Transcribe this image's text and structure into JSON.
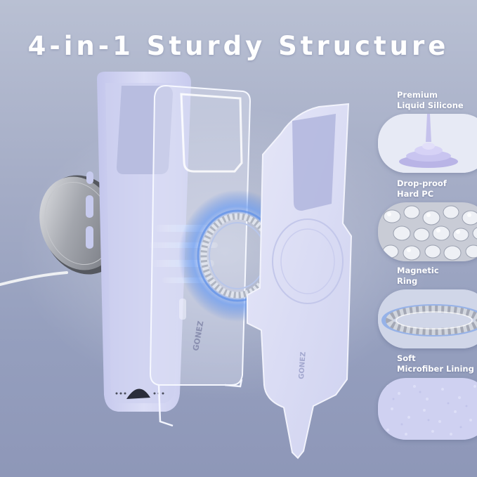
{
  "headline": "4-in-1 Sturdy Structure",
  "brand_mark": "GONEZ",
  "features": [
    {
      "line1": "Premium",
      "line2": "Liquid Silicone",
      "icon": "silicone-swirl-icon"
    },
    {
      "line1": "Drop-proof",
      "line2": "Hard PC",
      "icon": "pc-pellets-icon"
    },
    {
      "line1": "Magnetic",
      "line2": "Ring",
      "icon": "magnetic-ring-icon"
    },
    {
      "line1": "Soft",
      "line2": "Microfiber Lining",
      "icon": "microfiber-texture-icon"
    }
  ],
  "colors": {
    "background_top": "#b9c0d3",
    "background_bottom": "#8e97b8",
    "lavender_case": "#d3d5f2",
    "magsafe_glow": "#5b8ee8",
    "charger_silver": "#a9acb2"
  }
}
